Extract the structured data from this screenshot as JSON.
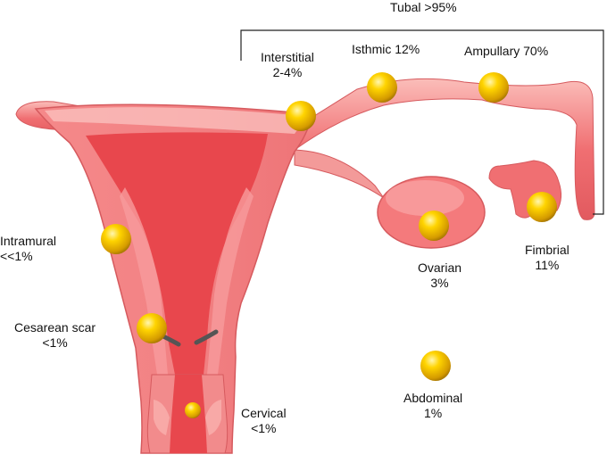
{
  "bracket_label": "Tubal >95%",
  "sites": {
    "interstitial": {
      "name": "Interstitial",
      "pct": "2-4%"
    },
    "isthmic": {
      "text": "Isthmic 12%"
    },
    "ampullary": {
      "text": "Ampullary 70%"
    },
    "fimbrial": {
      "name": "Fimbrial",
      "pct": "11%"
    },
    "ovarian": {
      "name": "Ovarian",
      "pct": "3%"
    },
    "intramural": {
      "name": "Intramural",
      "pct": "<<1%"
    },
    "cesarean": {
      "name": "Cesarean scar",
      "pct": "<1%"
    },
    "cervical": {
      "name": "Cervical",
      "pct": "<1%"
    },
    "abdominal": {
      "name": "Abdominal",
      "pct": "1%"
    }
  },
  "colors": {
    "tissue": "#f06f72",
    "tissue_light": "#f9b0ae",
    "cavity": "#e8474d",
    "marker": "#f2c200",
    "scar": "#555555"
  }
}
